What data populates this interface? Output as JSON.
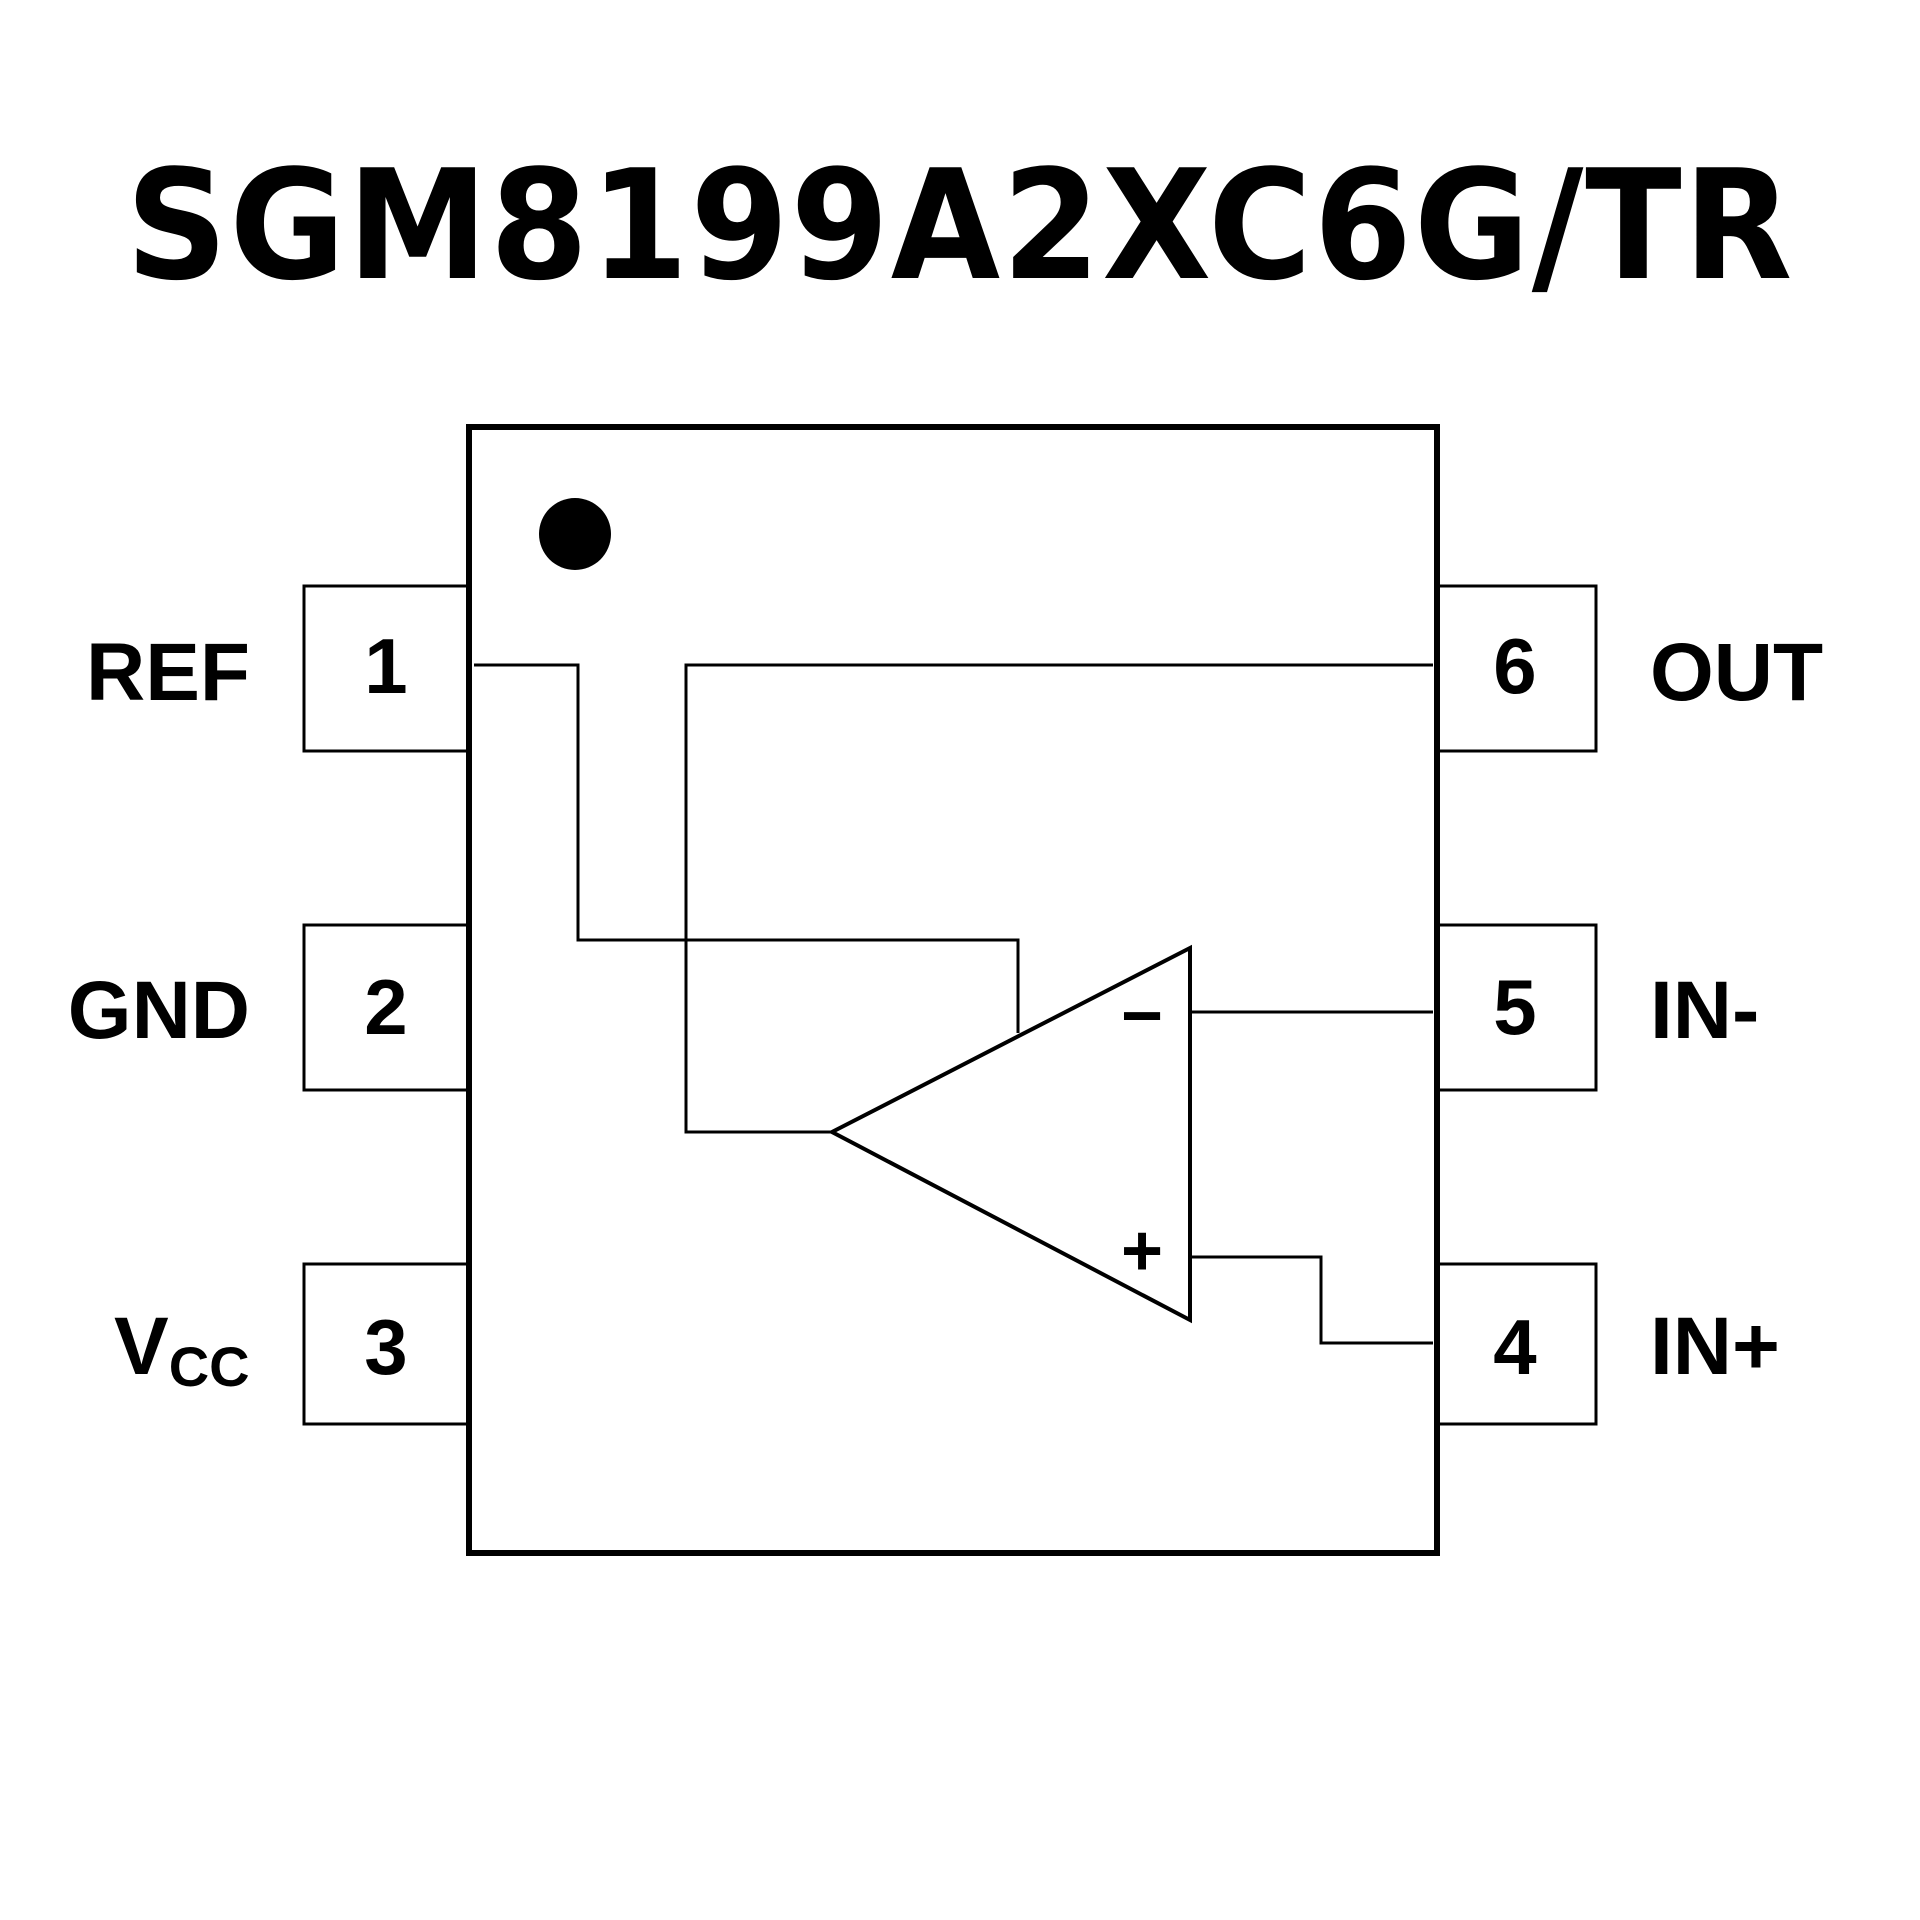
{
  "title": "SGM8199A2XC6G/TR",
  "package": {
    "pins": [
      {
        "number": "1",
        "label": "REF",
        "side": "left"
      },
      {
        "number": "2",
        "label": "GND",
        "side": "left"
      },
      {
        "number": "3",
        "label": "V",
        "label_sub": "CC",
        "side": "left"
      },
      {
        "number": "6",
        "label": "OUT",
        "side": "right"
      },
      {
        "number": "5",
        "label": "IN-",
        "side": "right"
      },
      {
        "number": "4",
        "label": "IN+",
        "side": "right"
      }
    ],
    "opamp": {
      "inverting_sign": "−",
      "noninverting_sign": "+"
    }
  }
}
